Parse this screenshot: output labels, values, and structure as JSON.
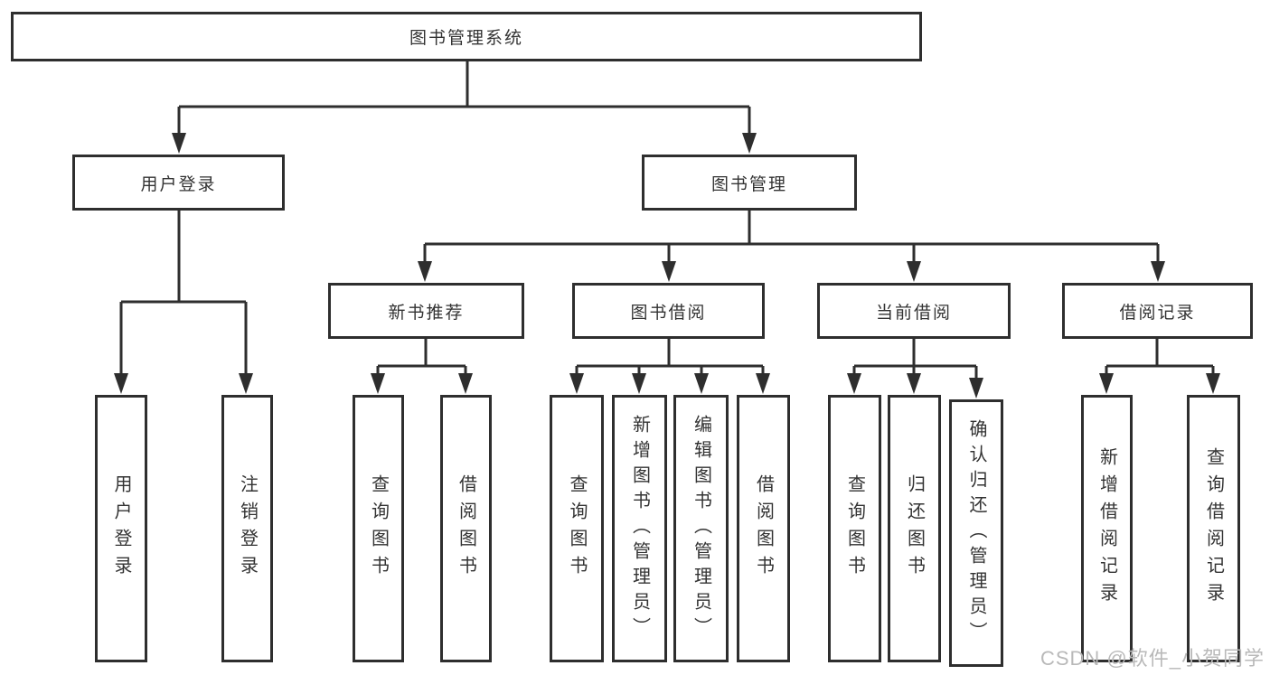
{
  "diagram": {
    "root": {
      "label": "图书管理系统"
    },
    "branches": [
      {
        "label": "用户登录",
        "children": [
          {
            "label": "用户登录"
          },
          {
            "label": "注销登录"
          }
        ]
      },
      {
        "label": "图书管理",
        "children": [
          {
            "label": "新书推荐",
            "children": [
              {
                "label": "查询图书"
              },
              {
                "label": "借阅图书"
              }
            ]
          },
          {
            "label": "图书借阅",
            "children": [
              {
                "label": "查询图书"
              },
              {
                "label": "新增图书（管理员）"
              },
              {
                "label": "编辑图书（管理员）"
              },
              {
                "label": "借阅图书"
              }
            ]
          },
          {
            "label": "当前借阅",
            "children": [
              {
                "label": "查询图书"
              },
              {
                "label": "归还图书"
              },
              {
                "label": "确认归还（管理员）"
              }
            ]
          },
          {
            "label": "借阅记录",
            "children": [
              {
                "label": "新增借阅记录"
              },
              {
                "label": "查询借阅记录"
              }
            ]
          }
        ]
      }
    ]
  },
  "watermark": {
    "text": "CSDN @软件_小贺同学",
    "color": "#b9b9b9"
  },
  "colors": {
    "line": "#2e2e2e",
    "text": "#333333",
    "background": "#ffffff"
  }
}
